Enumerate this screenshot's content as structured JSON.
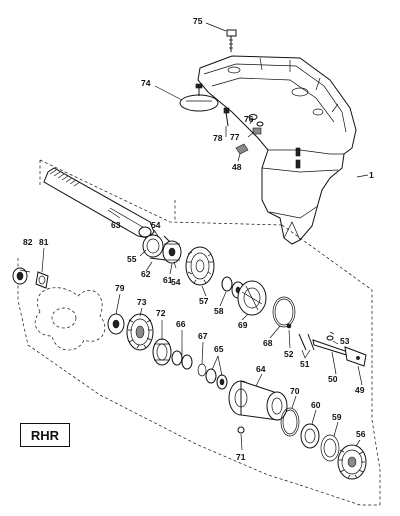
{
  "badge": {
    "text": "RHR"
  },
  "callouts": {
    "n1": "1",
    "n48": "48",
    "n49": "49",
    "n50": "50",
    "n51": "51",
    "n52": "52",
    "n53": "53",
    "n54a": "54",
    "n54b": "54",
    "n55": "55",
    "n56": "56",
    "n57": "57",
    "n58": "58",
    "n59": "59",
    "n60": "60",
    "n61": "61",
    "n62": "62",
    "n63": "63",
    "n64": "64",
    "n65": "65",
    "n66": "66",
    "n67": "67",
    "n68": "68",
    "n69": "69",
    "n70": "70",
    "n71": "71",
    "n72": "72",
    "n73": "73",
    "n74": "74",
    "n75": "75",
    "n76": "76",
    "n77": "77",
    "n78": "78",
    "n79": "79",
    "n81": "81",
    "n82": "82"
  }
}
